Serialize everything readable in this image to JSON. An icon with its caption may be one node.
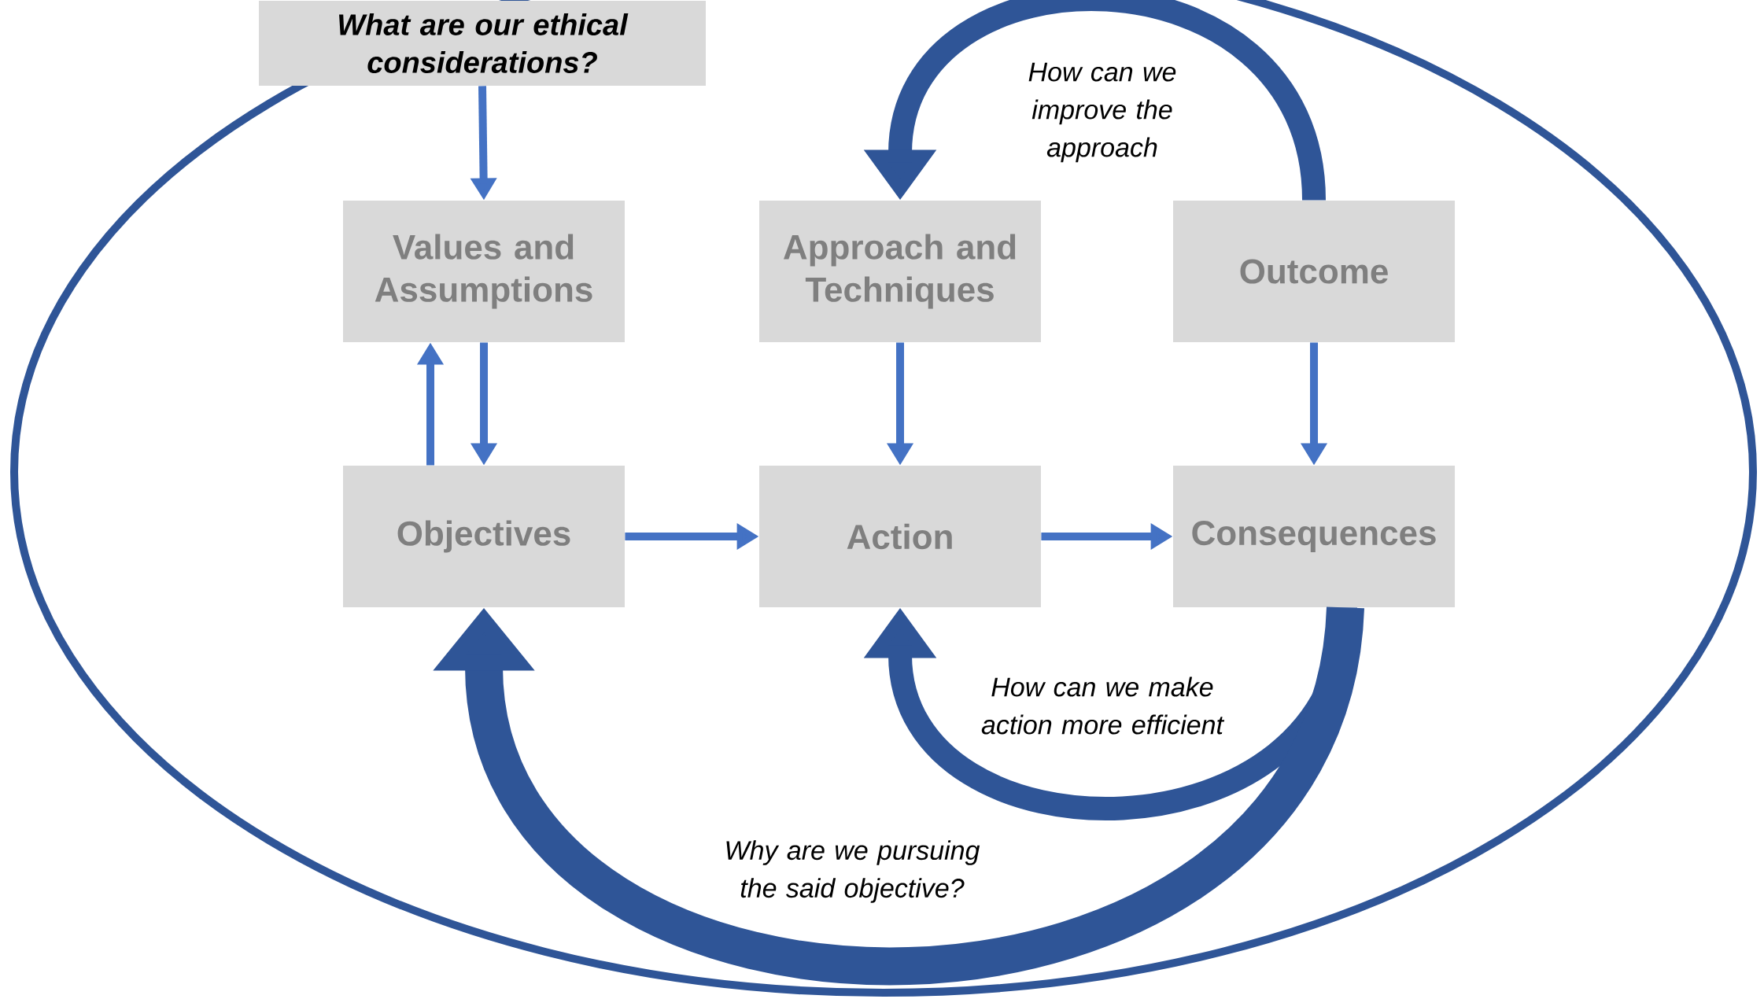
{
  "diagram": {
    "nodes": [
      {
        "text": [
          "What are our ethical considerations?"
        ]
      },
      {
        "text": [
          "Values and Assumptions"
        ]
      },
      {
        "text": [
          "Approach and Techniques"
        ]
      },
      {
        "text": [
          "Outcome"
        ]
      },
      {
        "text": [
          "Objectives"
        ]
      },
      {
        "text": [
          "Action"
        ]
      },
      {
        "text": [
          "Consequences"
        ]
      }
    ],
    "edges": [
      {
        "from": 0,
        "to": 1,
        "arrow": "to"
      },
      {
        "from": 4,
        "to": 1,
        "arrow": "to"
      },
      {
        "from": 1,
        "to": 4,
        "arrow": "to"
      },
      {
        "from": 2,
        "to": 5,
        "arrow": "to"
      },
      {
        "from": 3,
        "to": 6,
        "arrow": "to"
      },
      {
        "from": 4,
        "to": 5,
        "arrow": "to"
      },
      {
        "from": 5,
        "to": 6,
        "arrow": "to"
      },
      {
        "from": 3,
        "to": 2,
        "arrow": "to",
        "style": "thick",
        "label": "How can we improve the approach"
      },
      {
        "from": 6,
        "to": 5,
        "arrow": "to",
        "style": "thick",
        "label": "How can we make action more efficient"
      },
      {
        "from": 6,
        "to": 4,
        "arrow": "to",
        "style": "thick",
        "label": "Why are we pursuing the said objective?"
      }
    ]
  }
}
